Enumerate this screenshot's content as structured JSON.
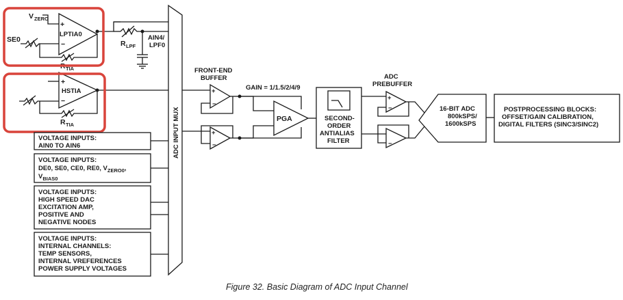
{
  "colors": {
    "highlight": "#d9443b",
    "line": "#1a1a1a"
  },
  "amps": {
    "lptia": {
      "name": "LPTIA0",
      "plus": "+",
      "minus": "−"
    },
    "hstia": {
      "name": "HSTIA",
      "plus": "+",
      "minus": "−"
    },
    "buffer_top": {
      "plus": "+",
      "minus": "−"
    },
    "buffer_bottom": {
      "plus": "+",
      "minus": "−"
    },
    "prebuf_top": {
      "plus": "+",
      "minus": "−"
    },
    "prebuf_bottom": {
      "plus": "+",
      "minus": "−"
    }
  },
  "labels": {
    "vzero_v": "V",
    "vzero_sub": "ZERO",
    "se0": "SE0",
    "rlpf_r": "R",
    "rlpf_sub": "LPF",
    "ain4_line1": "AIN4/",
    "ain4_line2": "LPF0",
    "rtia1_r": "R",
    "rtia1_sub": "TIA",
    "rtia2_r": "R",
    "rtia2_sub": "TIA",
    "mux": "ADC INPUT MUX",
    "frontend_line1": "FRONT-END",
    "frontend_line2": "BUFFER",
    "gain": "GAIN = 1/1.5/2/4/9",
    "pga": "PGA",
    "filter_line1": "SECOND-",
    "filter_line2": "ORDER",
    "filter_line3": "ANTIALIAS",
    "filter_line4": "FILTER",
    "prebuffer_line1": "ADC",
    "prebuffer_line2": "PREBUFFER",
    "adc_line1": "16-BIT ADC",
    "adc_line2": "800kSPS/",
    "adc_line3": "1600kSPS",
    "post_line1": "POSTPROCESSING BLOCKS:",
    "post_line2": "OFFSET/GAIN CALIBRATION,",
    "post_line3": "DIGITAL FILTERS (SINC3/SINC2)"
  },
  "inputs": {
    "box1": {
      "line1": "VOLTAGE INPUTS:",
      "line2": "AIN0 TO AIN6"
    },
    "box2": {
      "line1": "VOLTAGE INPUTS:",
      "line2_main": "DE0, SE0, CE0, RE0, V",
      "line2_sub": "ZERO0",
      "line2_end": ",",
      "line3_main": "V",
      "line3_sub": "BIAS0"
    },
    "box3": {
      "line1": "VOLTAGE INPUTS:",
      "line2": "HIGH SPEED DAC",
      "line3": "EXCITATION AMP,",
      "line4": "POSITIVE AND",
      "line5": "NEGATIVE NODES"
    },
    "box4": {
      "line1": "VOLTAGE INPUTS:",
      "line2": "INTERNAL CHANNELS:",
      "line3": "TEMP SENSORS,",
      "line4": "INTERNAL VREFERENCES",
      "line5": "POWER SUPPLY VOLTAGES"
    }
  },
  "caption": "Figure 32. Basic Diagram of ADC Input Channel"
}
